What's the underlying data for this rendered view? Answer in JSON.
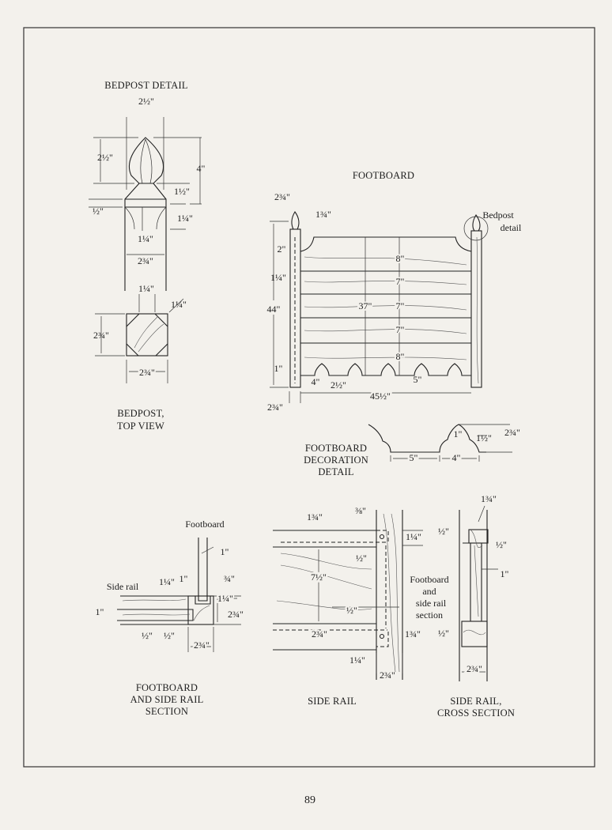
{
  "page_number": "89",
  "bedpost_detail": {
    "title": "BEDPOST DETAIL",
    "labels": [
      "2½\"",
      "2½\"",
      "4\"",
      "1½\"",
      "½\"",
      "1¼\"",
      "1¼\"",
      "2¾\""
    ]
  },
  "bedpost_top_view": {
    "title_lines": [
      "BEDPOST,",
      "TOP VIEW"
    ],
    "labels": [
      "1¼\"",
      "1¼\"",
      "2¾\"",
      "2¾\""
    ]
  },
  "footboard": {
    "title": "FOOTBOARD",
    "callout": [
      "Bedpost",
      "detail"
    ],
    "labels": [
      "2¾\"",
      "1¾\"",
      "2\"",
      "8\"",
      "1¼\"",
      "7\"",
      "37\"",
      "7\"",
      "44\"",
      "7\"",
      "8\"",
      "1\"",
      "4\"",
      "2½\"",
      "5\"",
      "45½\"",
      "2¾\""
    ]
  },
  "decoration_detail": {
    "title_lines": [
      "FOOTBOARD",
      "DECORATION",
      "DETAIL"
    ],
    "labels": [
      "1\"",
      "1½\"",
      "2¾\"",
      "5\"",
      "4\""
    ]
  },
  "footboard_side_rail_section": {
    "title_lines": [
      "FOOTBOARD",
      "AND SIDE RAIL",
      "SECTION"
    ],
    "callouts": [
      "Footboard",
      "Side rail"
    ],
    "labels": [
      "1\"",
      "1¼\"",
      "1\"",
      "¾\"",
      "1¼\"",
      "2¾\"",
      "1\"",
      "½\"",
      "½\"",
      "2¾\""
    ]
  },
  "side_rail": {
    "title": "SIDE RAIL",
    "callout": [
      "Footboard",
      "and",
      "side rail",
      "section"
    ],
    "labels": [
      "⅜\"",
      "1¾\"",
      "1¼\"",
      "½\"",
      "7½\"",
      "½\"",
      "2¾\"",
      "1¾\"",
      "1¼\"",
      "2¾\""
    ]
  },
  "side_rail_cross_section": {
    "title_lines": [
      "SIDE RAIL,",
      "CROSS SECTION"
    ],
    "labels": [
      "1¾\"",
      "½\"",
      "½\"",
      "1\"",
      "½\"",
      "2¾\""
    ]
  }
}
